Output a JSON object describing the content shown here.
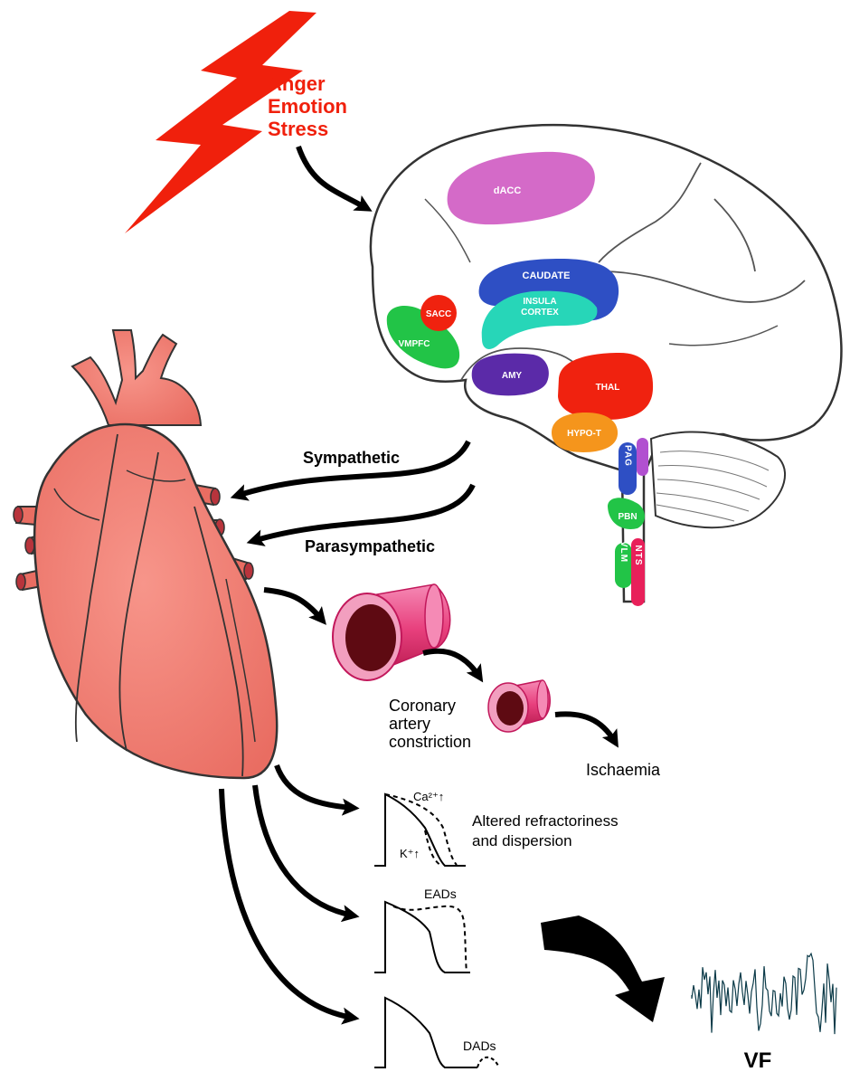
{
  "trigger": {
    "lines": [
      "Anger",
      "Emotion",
      "Stress"
    ],
    "icon": "lightning-bolt-icon",
    "color": "#f0200c"
  },
  "brain_regions": {
    "dacc": "dACC",
    "caudate": "CAUDATE",
    "insula_line1": "INSULA",
    "insula_line2": "CORTEX",
    "sacc": "SACC",
    "vmpfc": "VMPFC",
    "amy": "AMY",
    "thal": "THAL",
    "hypot": "HYPO-T",
    "pag": "PAG",
    "pbn": "PBN",
    "vlm": "VLM",
    "nts": "NTS"
  },
  "region_colors": {
    "dacc": "#d46ac8",
    "caudate": "#2e4fc4",
    "insula": "#27d6b8",
    "sacc": "#f0220f",
    "vmpfc": "#22c447",
    "amy": "#5b2aa8",
    "thal": "#f0220f",
    "hypot": "#f5951c",
    "pag": "#2e4fc4",
    "pbn": "#22c447",
    "vlm": "#22c447",
    "nts": "#e8205a"
  },
  "pathways": {
    "sympathetic": "Sympathetic",
    "parasympathetic": "Parasympathetic"
  },
  "vascular": {
    "constriction": [
      "Coronary",
      "artery",
      "constriction"
    ],
    "ischaemia": "Ischaemia"
  },
  "electrophysiology": {
    "calcium": "Ca²⁺↑",
    "potassium": "K⁺↑",
    "refractoriness": [
      "Altered refractoriness",
      "and dispersion"
    ],
    "eads": "EADs",
    "dads": "DADs",
    "vf": "VF"
  }
}
